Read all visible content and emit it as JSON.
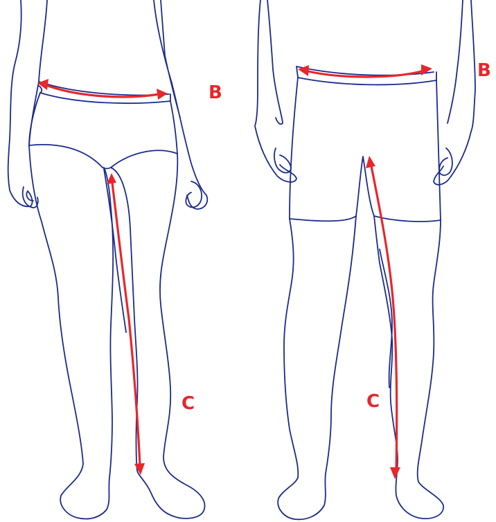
{
  "colors": {
    "outline": "#1a2a8c",
    "measurement": "#e8262b",
    "background": "#ffffff"
  },
  "front_view": {
    "waist_label": "B",
    "inseam_label": "C"
  },
  "back_view": {
    "waist_label": "B",
    "inseam_label": "C"
  }
}
